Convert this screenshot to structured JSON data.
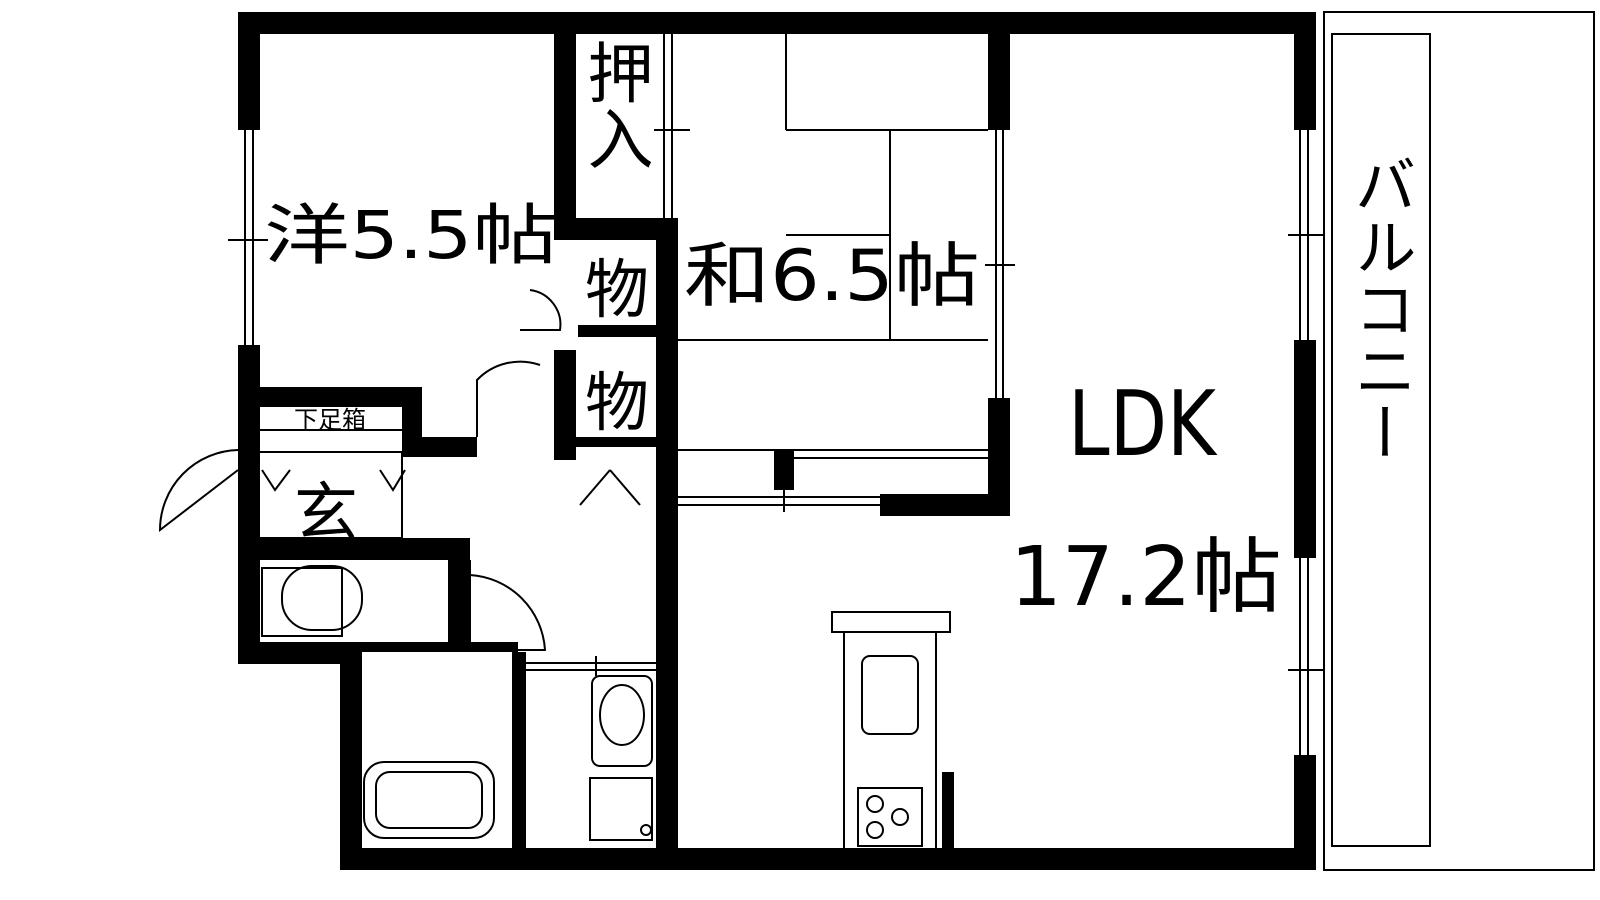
{
  "rooms": {
    "western": "洋5.5帖",
    "japanese": "和6.5帖",
    "ldk_name": "LDK",
    "ldk_size": "17.2帖",
    "closet": "押入",
    "storage": "物",
    "shoe_box": "下足箱",
    "entrance": "玄",
    "balcony": "バルコニー"
  }
}
